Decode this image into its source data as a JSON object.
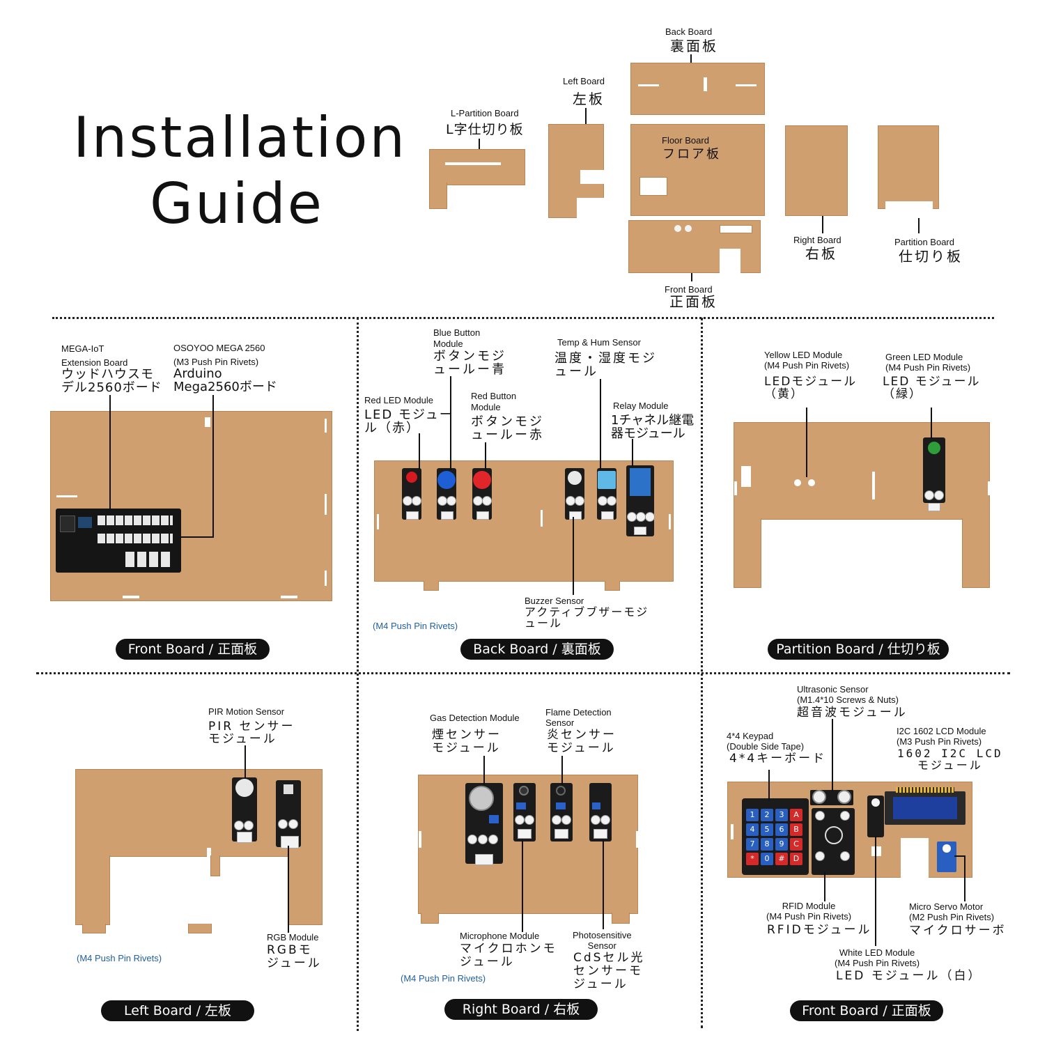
{
  "title": {
    "line1": "Installation",
    "line2": "Guide"
  },
  "overview": {
    "back_board": {
      "en": "Back Board",
      "jp": "裏面板"
    },
    "left_board": {
      "en": "Left Board",
      "jp": "左板"
    },
    "l_partition": {
      "en": "L-Partition Board",
      "jp": "L字仕切り板"
    },
    "floor_board": {
      "en": "Floor Board",
      "jp": "フロア板"
    },
    "right_board": {
      "en": "Right Board",
      "jp": "右板"
    },
    "partition_board": {
      "en": "Partition Board",
      "jp": "仕切り板"
    },
    "front_board": {
      "en": "Front Board",
      "jp": "正面板"
    }
  },
  "panels": {
    "front1": {
      "pill": "Front Board / 正面板",
      "ext": {
        "en": "MEGA-IoT\nExtension Board",
        "jp": "ウッドハウスモ\nデル2560ボード"
      },
      "mega": {
        "en": "OSOYOO MEGA 2560\n(M3 Push Pin Rivets)",
        "jp": "Arduino\nMega2560ボード"
      }
    },
    "back": {
      "pill": "Back Board / 裏面板",
      "blue_btn": {
        "en": "Blue Button\nModule",
        "jp": "ボタンモジ\nュールー青"
      },
      "red_led": {
        "en": "Red LED Module",
        "jp": "LED モジュー\nル（赤）"
      },
      "red_btn": {
        "en": "Red Button\nModule",
        "jp": "ボタンモジ\nュールー赤"
      },
      "temp": {
        "en": "Temp & Hum Sensor",
        "jp": "温度・湿度モジ\nュール"
      },
      "relay": {
        "en": "Relay Module",
        "jp": "1チャネル継電\n器モジュール"
      },
      "buzzer": {
        "en": "Buzzer Sensor",
        "jp": "アクティブブザーモジ\nュール"
      },
      "rivets": "(M4 Push Pin Rivets)"
    },
    "partition": {
      "pill": "Partition Board / 仕切り板",
      "yellow": {
        "en": "Yellow LED Module\n(M4 Push Pin Rivets)",
        "jp": "LEDモジュール\n（黄）"
      },
      "green": {
        "en": "Green LED Module\n(M4 Push Pin Rivets)",
        "jp": "LED モジュール\n（緑）"
      }
    },
    "left": {
      "pill": "Left Board / 左板",
      "pir": {
        "en": "PIR Motion Sensor",
        "jp": "PIR センサー\nモジュール"
      },
      "rgb": {
        "en": "RGB Module",
        "jp": "RGBモ\nジュール"
      },
      "rivets": "(M4 Push Pin Rivets)"
    },
    "right": {
      "pill": "Right Board / 右板",
      "gas": {
        "en": "Gas Detection Module",
        "jp": "煙センサー\nモジュール"
      },
      "flame": {
        "en": "Flame Detection\nSensor",
        "jp": "炎センサー\nモジュール"
      },
      "mic": {
        "en": "Microphone Module",
        "jp": "マイクロホンモ\nジュール"
      },
      "photo": {
        "en": "Photosensitive\nSensor",
        "jp": "CdSセル光\nセンサーモ\nジュール"
      },
      "rivets": "(M4 Push Pin Rivets)"
    },
    "front2": {
      "pill": "Front Board / 正面板",
      "ultra": {
        "en": "Ultrasonic Sensor\n(M1.4*10 Screws & Nuts)",
        "jp": "超音波モジュール"
      },
      "keypad": {
        "en": "4*4 Keypad\n(Double Side Tape)",
        "jp": "4*4キーボード"
      },
      "lcd": {
        "en": "I2C 1602 LCD Module\n(M3 Push Pin Rivets)",
        "jp": "1602 I2C LCD\nモジュール"
      },
      "rfid": {
        "en": "RFID Module\n(M4 Push Pin Rivets)",
        "jp": "RFIDモジュール"
      },
      "servo": {
        "en": "Micro Servo Motor\n(M2 Push Pin Rivets)",
        "jp": "マイクロサーボ"
      },
      "white": {
        "en": "White LED Module\n(M4 Push Pin Rivets)",
        "jp": "LED モジュール（白）"
      }
    }
  },
  "keypad_keys": [
    "1",
    "2",
    "3",
    "A",
    "4",
    "5",
    "6",
    "B",
    "7",
    "8",
    "9",
    "C",
    "*",
    "0",
    "#",
    "D"
  ],
  "colors": {
    "board": "#cf9f6f",
    "pill": "#111111",
    "rivet_text": "#1f5f9e"
  }
}
